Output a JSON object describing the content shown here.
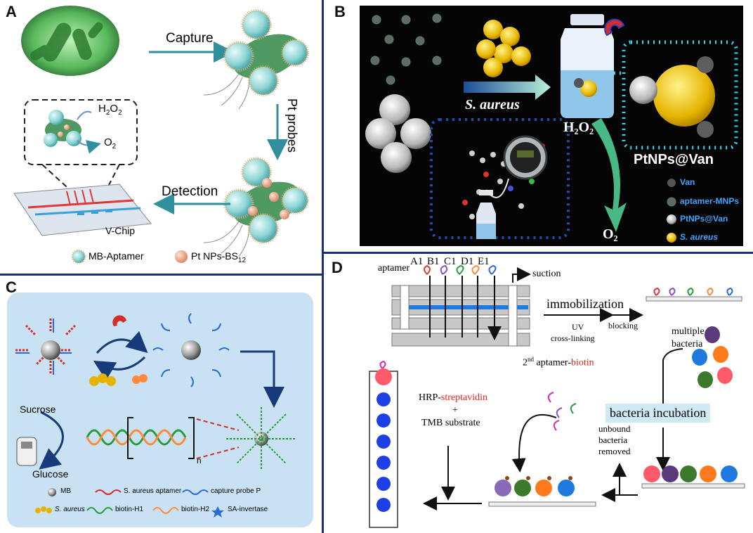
{
  "panels": {
    "a": {
      "label": "A",
      "capture": "Capture",
      "pt_probes": "Pt probes",
      "detection": "Detection",
      "h2o2": "H",
      "h2o2_sub": "2",
      "h2o2_o": "O",
      "h2o2_sub2": "2",
      "o2": "O",
      "o2_sub": "2",
      "vchip": "V-Chip",
      "legend_mb": "MB-Aptamer",
      "legend_pt": "Pt NPs-BS",
      "legend_pt_sub": "12"
    },
    "b": {
      "label": "B",
      "s_aureus": "S. aureus",
      "h2o2": "H₂O₂",
      "o2": "O₂",
      "ptnps": "PtNPs@Van",
      "legend": [
        "Van",
        "aptamer-MNPs",
        "PtNPs@Van",
        "S. aureus"
      ]
    },
    "c": {
      "label": "C",
      "sucrose": "Sucrose",
      "glucose": "Glucose",
      "n": "n",
      "legend": [
        "MB",
        "S. aureus aptamer",
        "capture probe P",
        "S. aureus",
        "biotin-H1",
        "biotin-H2",
        "SA-invertase"
      ]
    },
    "d": {
      "label": "D",
      "aptamer": "aptamer",
      "channels": [
        "A1",
        "B1",
        "C1",
        "D1",
        "E1"
      ],
      "suction": "suction",
      "immobilization": "immobilization",
      "uv": "UV",
      "crosslinking": "cross-linking",
      "blocking": "blocking",
      "multiple": "multiple",
      "bacteria": "bacteria",
      "incubation": "bacteria incubation",
      "second_pre": "2",
      "second_sup": "nd",
      "second_apt": " aptamer-",
      "second_biotin": "biotin",
      "hrp": "HRP-",
      "streptavidin": "streptavidin",
      "plus": "+",
      "tmb": "TMB substrate",
      "unbound": "unbound",
      "unbound2": "bacteria",
      "removed": "removed"
    }
  },
  "colors": {
    "divider": "#1c2f7a",
    "teal_arrow": "#2f8f9d",
    "b_bg": "#050505",
    "b_cyan": "#35d6ec",
    "b_legend_text": "#3fa5ff",
    "c_bg": "#c8e2f3",
    "d_box": "#cfeaf4",
    "red_text": "#e3261e"
  }
}
